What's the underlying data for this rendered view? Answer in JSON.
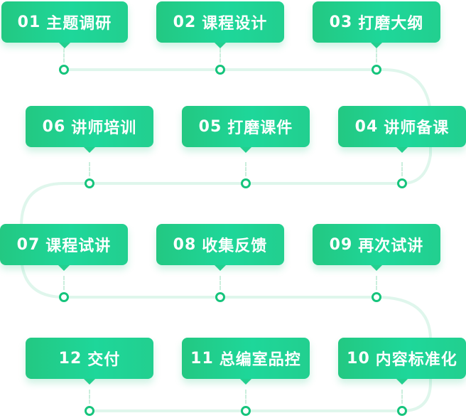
{
  "colors": {
    "box": "#1fd393",
    "box_dark": "#16c47c",
    "track": "#dff6ec",
    "node": "#16c47c"
  },
  "steps": [
    {
      "num": "01",
      "label": "主题调研"
    },
    {
      "num": "02",
      "label": "课程设计"
    },
    {
      "num": "03",
      "label": "打磨大纲"
    },
    {
      "num": "04",
      "label": "讲师备课"
    },
    {
      "num": "05",
      "label": "打磨课件"
    },
    {
      "num": "06",
      "label": "讲师培训"
    },
    {
      "num": "07",
      "label": "课程试讲"
    },
    {
      "num": "08",
      "label": "收集反馈"
    },
    {
      "num": "09",
      "label": "再次试讲"
    },
    {
      "num": "10",
      "label": "内容标准化"
    },
    {
      "num": "11",
      "label": "总编室品控"
    },
    {
      "num": "12",
      "label": "交付"
    }
  ]
}
